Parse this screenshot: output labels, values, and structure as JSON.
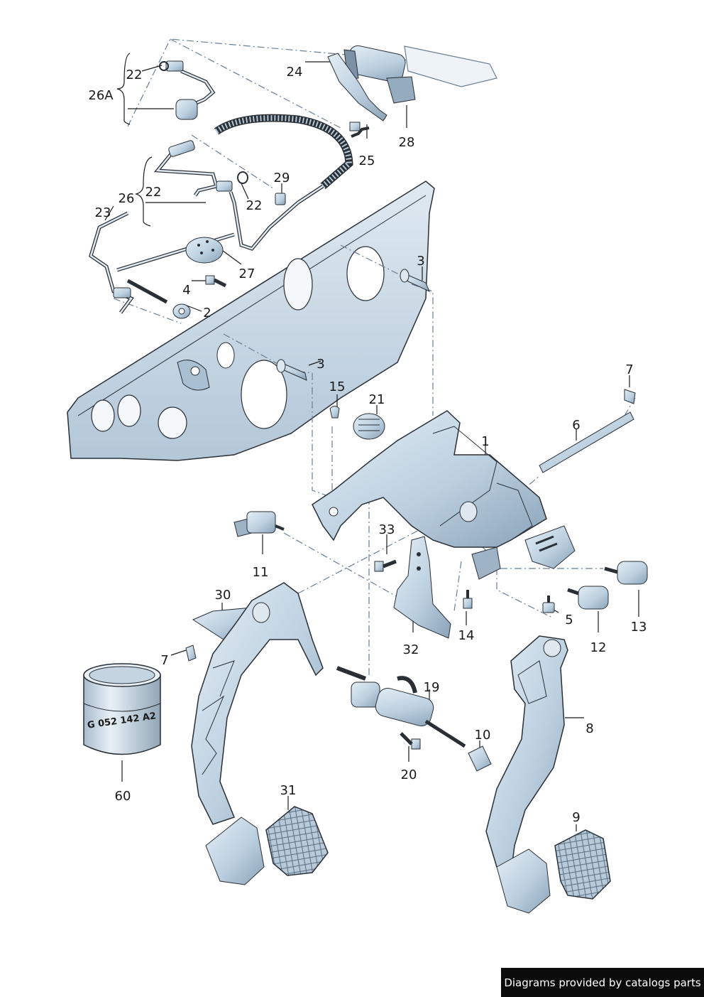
{
  "diagram": {
    "callouts": [
      {
        "id": "c-22a",
        "text": "22"
      },
      {
        "id": "c-26a",
        "text": "26A"
      },
      {
        "id": "c-24",
        "text": "24"
      },
      {
        "id": "c-28",
        "text": "28"
      },
      {
        "id": "c-25",
        "text": "25"
      },
      {
        "id": "c-29",
        "text": "29"
      },
      {
        "id": "c-22b",
        "text": "22"
      },
      {
        "id": "c-22c",
        "text": "22"
      },
      {
        "id": "c-26",
        "text": "26"
      },
      {
        "id": "c-23",
        "text": "23"
      },
      {
        "id": "c-27",
        "text": "27"
      },
      {
        "id": "c-4",
        "text": "4"
      },
      {
        "id": "c-2",
        "text": "2"
      },
      {
        "id": "c-3a",
        "text": "3"
      },
      {
        "id": "c-3b",
        "text": "3"
      },
      {
        "id": "c-15",
        "text": "15"
      },
      {
        "id": "c-21",
        "text": "21"
      },
      {
        "id": "c-7a",
        "text": "7"
      },
      {
        "id": "c-6",
        "text": "6"
      },
      {
        "id": "c-1",
        "text": "1"
      },
      {
        "id": "c-33",
        "text": "33"
      },
      {
        "id": "c-11",
        "text": "11"
      },
      {
        "id": "c-30",
        "text": "30"
      },
      {
        "id": "c-14",
        "text": "14"
      },
      {
        "id": "c-5",
        "text": "5"
      },
      {
        "id": "c-13",
        "text": "13"
      },
      {
        "id": "c-12",
        "text": "12"
      },
      {
        "id": "c-32",
        "text": "32"
      },
      {
        "id": "c-7b",
        "text": "7"
      },
      {
        "id": "c-19",
        "text": "19"
      },
      {
        "id": "c-8",
        "text": "8"
      },
      {
        "id": "c-10",
        "text": "10"
      },
      {
        "id": "c-20",
        "text": "20"
      },
      {
        "id": "c-60",
        "text": "60"
      },
      {
        "id": "c-31",
        "text": "31"
      },
      {
        "id": "c-9",
        "text": "9"
      }
    ],
    "can_label": "G 052 142 A2"
  },
  "footer": {
    "text": "Diagrams provided by catalogs parts"
  },
  "colors": {
    "part_fill": "#c9d9e6",
    "part_shadow": "#8ea6bb",
    "outline": "#2a2f36",
    "dash": "#6a7f93"
  }
}
